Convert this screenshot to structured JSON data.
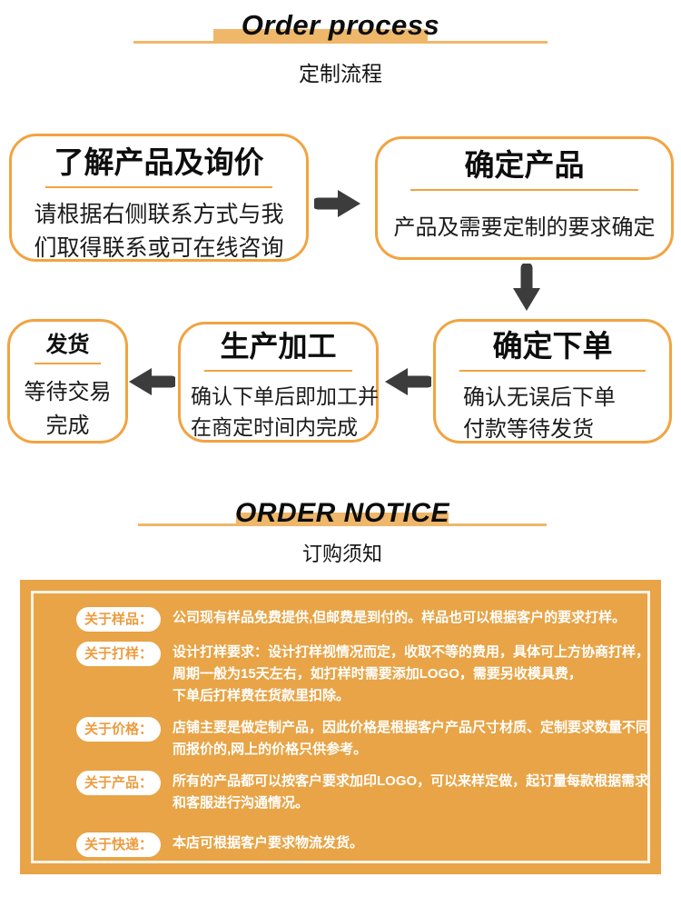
{
  "colors": {
    "accent": "#F2A340",
    "header_bar": "#EFB76A",
    "notice_bg": "#E8A446",
    "notice_border": "#FBF3E4",
    "badge_text": "#EC9C3E",
    "arrow": "#3C3C3C",
    "text_dark": "#141414",
    "notice_text": "#FFFFFF"
  },
  "process": {
    "title_en": "Order process",
    "title_zh": "定制流程",
    "steps": [
      {
        "title": "了解产品及询价",
        "lines": [
          "请根据右侧联系方式与我",
          "们取得联系或可在线咨询"
        ]
      },
      {
        "title": "确定产品",
        "lines": [
          "产品及需要定制的要求确定"
        ]
      },
      {
        "title": "确定下单",
        "lines": [
          "确认无误后下单",
          "付款等待发货"
        ]
      },
      {
        "title": "生产加工",
        "lines": [
          "确认下单后即加工并",
          "在商定时间内完成"
        ]
      },
      {
        "title": "发货",
        "lines": [
          "等待交易",
          "完成"
        ]
      }
    ]
  },
  "notice": {
    "title_en": "ORDER NOTICE",
    "title_zh": "订购须知",
    "items": [
      {
        "label": "关于样品：",
        "lines": [
          "公司现有样品免费提供,但邮费是到付的。样品也可以根据客户的要求打样。"
        ]
      },
      {
        "label": "关于打样：",
        "lines": [
          "设计打样要求：设计打样视情况而定，收取不等的费用，具体可上方协商打样，",
          "周期一般为15天左右，如打样时需要添加LOGO，需要另收模具费，",
          "下单后打样费在货款里扣除。"
        ]
      },
      {
        "label": "关于价格：",
        "lines": [
          "店铺主要是做定制产品，因此价格是根据客户产品尺寸材质、定制要求数量不同",
          "而报价的,网上的价格只供参考。"
        ]
      },
      {
        "label": "关于产品：",
        "lines": [
          "所有的产品都可以按客户要求加印LOGO，可以来样定做，起订量每款根据需求",
          "和客服进行沟通情况。"
        ]
      },
      {
        "label": "关于快递：",
        "lines": [
          "本店可根据客户要求物流发货。"
        ]
      }
    ]
  }
}
